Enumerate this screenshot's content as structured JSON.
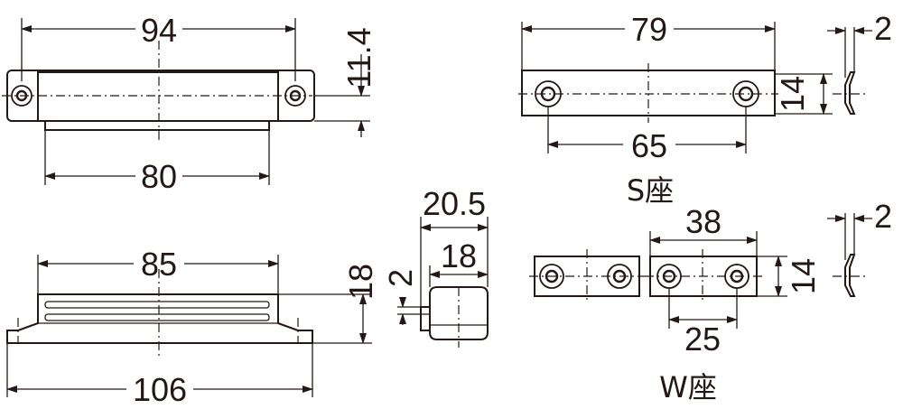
{
  "dimensions": {
    "top_width": "94",
    "top_height": "11.4",
    "top_inner_width": "80",
    "s_width": "79",
    "s_hole_spacing": "65",
    "s_height": "14",
    "s_thickness": "2",
    "front_width": "85",
    "front_overall": "106",
    "front_height": "18",
    "side_depth": "20.5",
    "side_body": "18",
    "side_gap": "2",
    "w_width": "38",
    "w_hole_spacing": "25",
    "w_height": "14",
    "w_thickness": "2"
  },
  "labels": {
    "s_seat": "S座",
    "w_seat": "W座"
  },
  "colors": {
    "line": "#231815",
    "background": "#ffffff"
  }
}
